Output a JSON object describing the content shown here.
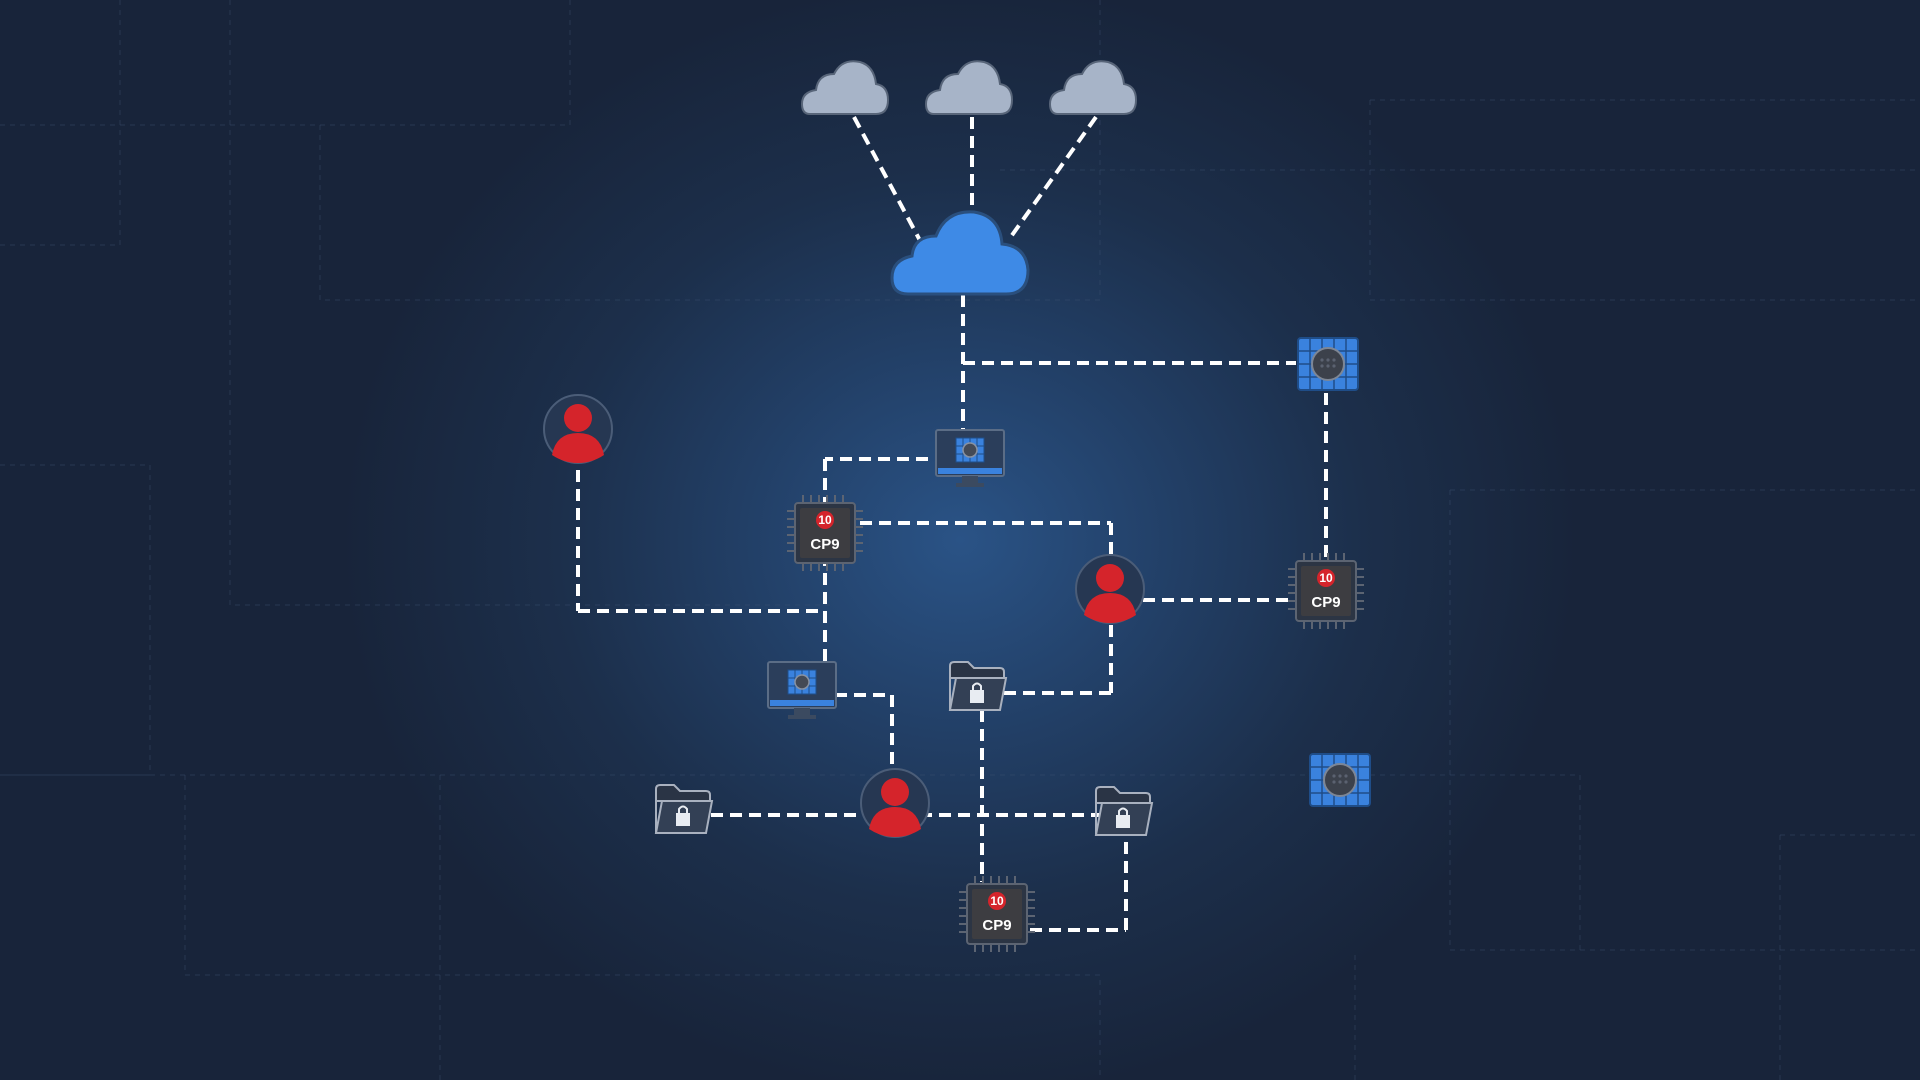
{
  "colors": {
    "background": "#1a2436",
    "glow": "#2a5386",
    "link": "#ffffff",
    "cloud_main": "#3e8ae6",
    "cloud_small": "#a7b4c8",
    "user": "#d5242b",
    "chip_badge": "#d5242b",
    "device_blue": "#3a82de",
    "chip_body": "#3d3d41"
  },
  "diagram": {
    "chips": [
      {
        "id": "chip-a",
        "count": "10",
        "label": "CP9"
      },
      {
        "id": "chip-b",
        "count": "10",
        "label": "CP9"
      },
      {
        "id": "chip-c",
        "count": "10",
        "label": "CP9"
      }
    ],
    "icons": {
      "cloud": "cloud-icon",
      "user": "user-icon",
      "folder": "locked-folder-icon",
      "monitor": "monitor-icon",
      "server": "server-module-icon",
      "chip": "cpu-chip-icon"
    }
  }
}
